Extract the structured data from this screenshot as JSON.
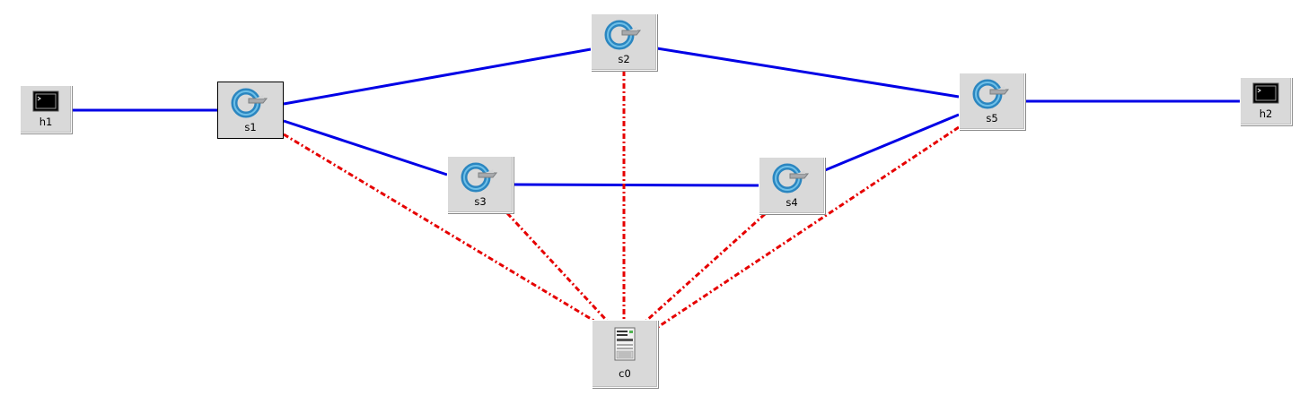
{
  "colors": {
    "data_link": "#0000e6",
    "control_link": "#e60000",
    "node_bg": "#d9d9d9",
    "switch_icon_ring": "#1f7fb8",
    "host_screen": "#000000"
  },
  "nodes": {
    "h1": {
      "label": "h1",
      "icon": "terminal-icon"
    },
    "h2": {
      "label": "h2",
      "icon": "terminal-icon"
    },
    "s1": {
      "label": "s1",
      "icon": "openflow-switch-icon"
    },
    "s2": {
      "label": "s2",
      "icon": "openflow-switch-icon"
    },
    "s3": {
      "label": "s3",
      "icon": "openflow-switch-icon"
    },
    "s4": {
      "label": "s4",
      "icon": "openflow-switch-icon"
    },
    "s5": {
      "label": "s5",
      "icon": "openflow-switch-icon"
    },
    "c0": {
      "label": "c0",
      "icon": "controller-server-icon"
    }
  },
  "links": [
    {
      "from": "h1",
      "to": "s1",
      "kind": "data"
    },
    {
      "from": "s1",
      "to": "s2",
      "kind": "data"
    },
    {
      "from": "s1",
      "to": "s3",
      "kind": "data"
    },
    {
      "from": "s2",
      "to": "s5",
      "kind": "data"
    },
    {
      "from": "s3",
      "to": "s4",
      "kind": "data"
    },
    {
      "from": "s4",
      "to": "s5",
      "kind": "data"
    },
    {
      "from": "s5",
      "to": "h2",
      "kind": "data"
    },
    {
      "from": "s1",
      "to": "c0",
      "kind": "control"
    },
    {
      "from": "s2",
      "to": "c0",
      "kind": "control"
    },
    {
      "from": "s3",
      "to": "c0",
      "kind": "control"
    },
    {
      "from": "s4",
      "to": "c0",
      "kind": "control"
    },
    {
      "from": "s5",
      "to": "c0",
      "kind": "control"
    }
  ]
}
